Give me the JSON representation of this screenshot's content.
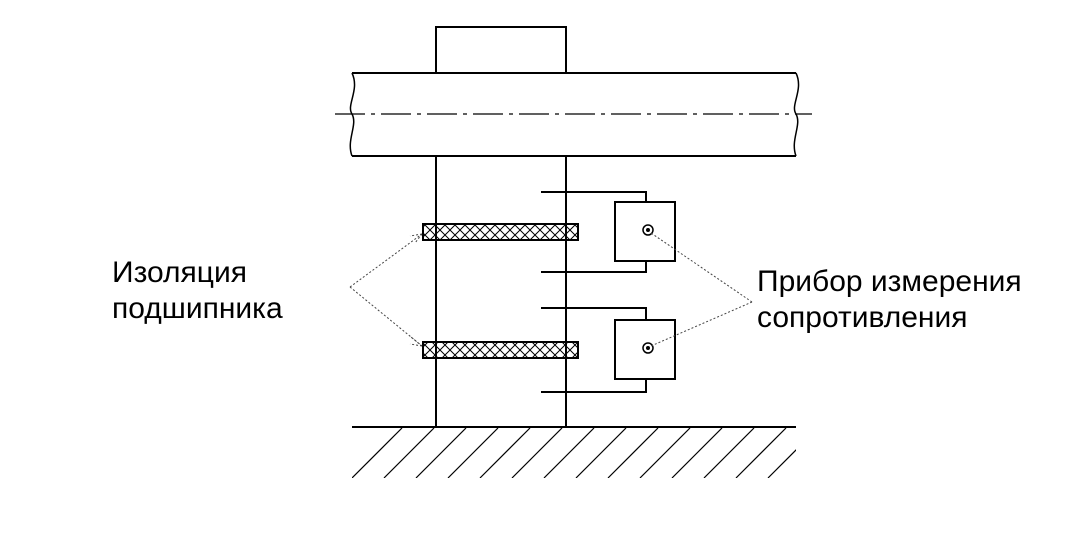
{
  "labels": {
    "insulation": {
      "line1": "Изоляция",
      "line2": "подшипника"
    },
    "meter": {
      "line1": "Прибор измерения",
      "line2": "сопротивления"
    }
  },
  "colors": {
    "stroke": "#000000",
    "background": "#ffffff",
    "leader": "#444444"
  }
}
